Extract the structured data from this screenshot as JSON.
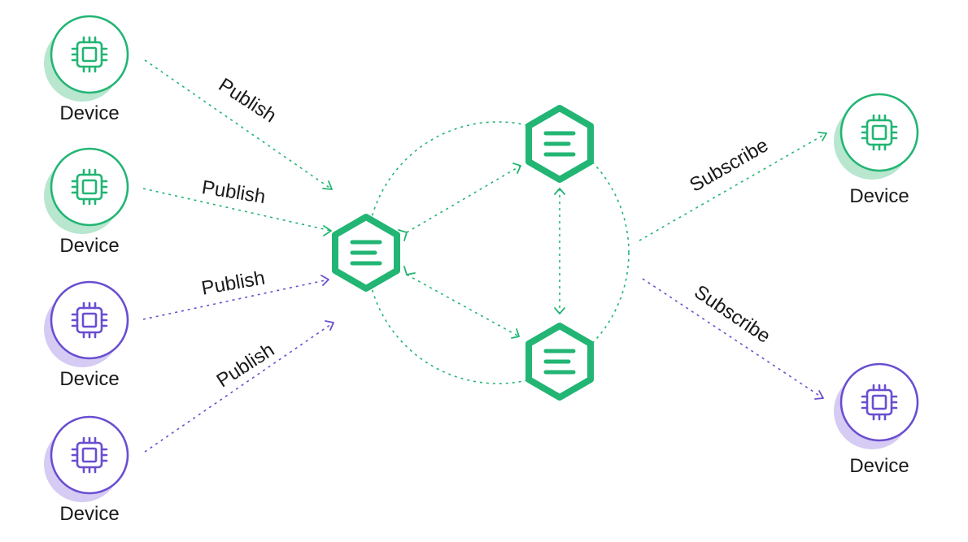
{
  "colors": {
    "green": "#22b573",
    "green_shadow": "#b8e6cf",
    "purple": "#6a4ed0",
    "purple_shadow": "#d6cbf3",
    "text": "#1a1a1a"
  },
  "devices": {
    "pub_1": {
      "label": "Device",
      "color": "green",
      "icon": "chip-icon"
    },
    "pub_2": {
      "label": "Device",
      "color": "green",
      "icon": "chip-icon"
    },
    "pub_3": {
      "label": "Device",
      "color": "purple",
      "icon": "chip-icon"
    },
    "pub_4": {
      "label": "Device",
      "color": "purple",
      "icon": "chip-icon"
    },
    "sub_1": {
      "label": "Device",
      "color": "green",
      "icon": "chip-icon"
    },
    "sub_2": {
      "label": "Device",
      "color": "purple",
      "icon": "chip-icon"
    }
  },
  "brokers": {
    "left": {
      "icon": "broker-hexagon-icon"
    },
    "top": {
      "icon": "broker-hexagon-icon"
    },
    "bottom": {
      "icon": "broker-hexagon-icon"
    }
  },
  "edges": {
    "publish_1": "Publish",
    "publish_2": "Publish",
    "publish_3": "Publish",
    "publish_4": "Publish",
    "subscribe_1": "Subscribe",
    "subscribe_2": "Subscribe"
  }
}
